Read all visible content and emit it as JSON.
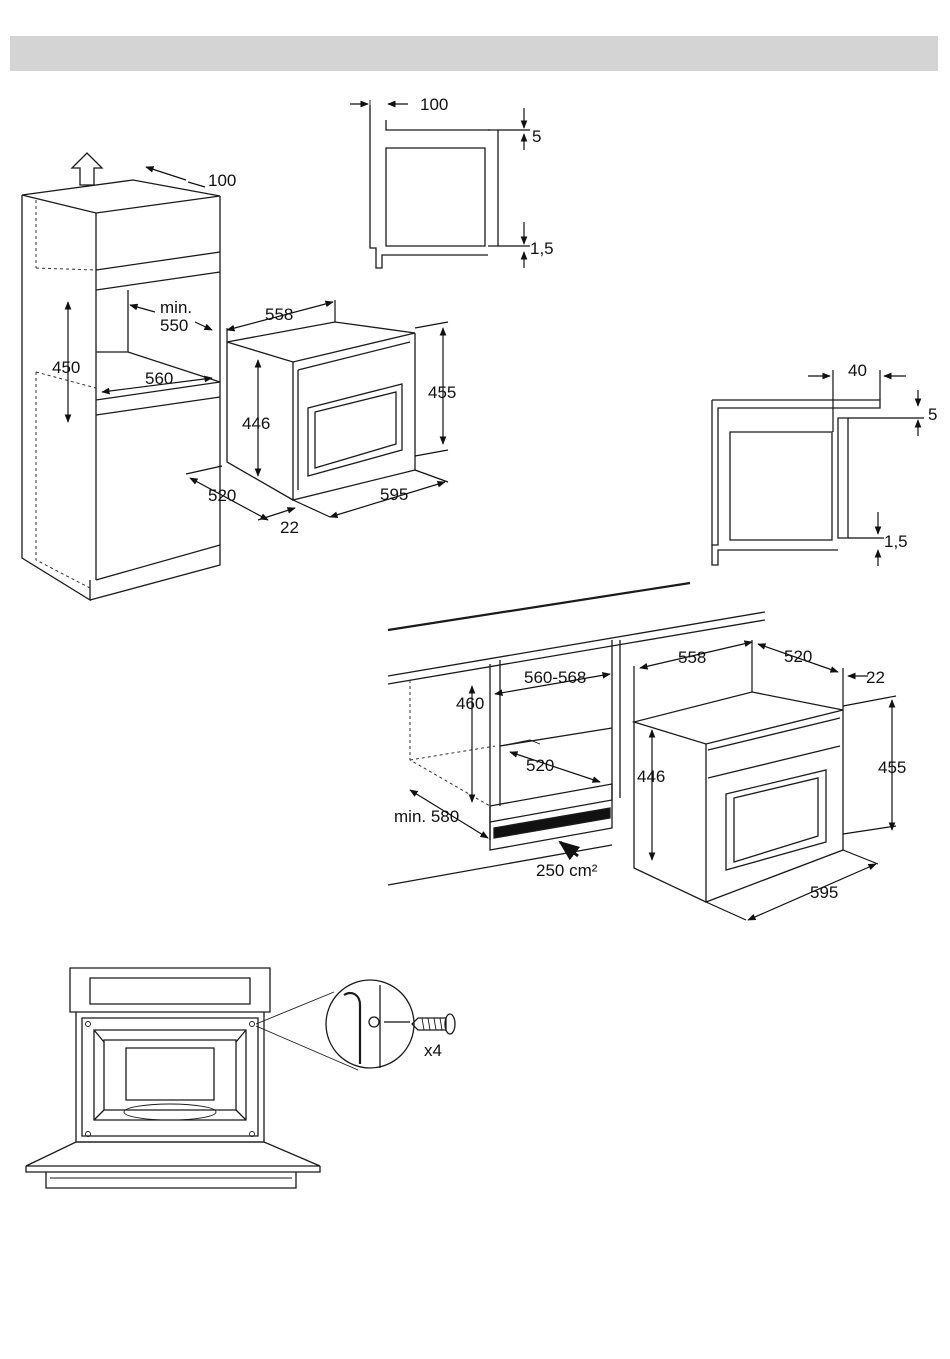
{
  "header": {
    "bar_color": "#d4d4d4"
  },
  "tall_unit": {
    "dim_top_gap": "100",
    "dim_min_label": "min.",
    "dim_min_value": "550",
    "dim_height": "450",
    "dim_width": "560"
  },
  "oven_iso": {
    "dim_top_width": "558",
    "dim_body_height": "446",
    "dim_front_height": "455",
    "dim_depth": "520",
    "dim_front_depth": "22",
    "dim_front_width": "595"
  },
  "section_top": {
    "dim_gap": "100",
    "dim_top": "5",
    "dim_bottom": "1,5"
  },
  "section_right": {
    "dim_gap": "40",
    "dim_top": "5",
    "dim_bottom": "1,5"
  },
  "undercounter": {
    "dim_niche_height": "460",
    "dim_niche_width": "560-568",
    "dim_niche_depth": "520",
    "dim_min_depth": "min. 580",
    "dim_vent_area": "250 cm²",
    "dim_oven_width": "558",
    "dim_oven_depth": "520",
    "dim_front_depth": "22",
    "dim_oven_height": "446",
    "dim_front_height": "455",
    "dim_front_width": "595"
  },
  "fixing": {
    "screw_count": "x4"
  }
}
